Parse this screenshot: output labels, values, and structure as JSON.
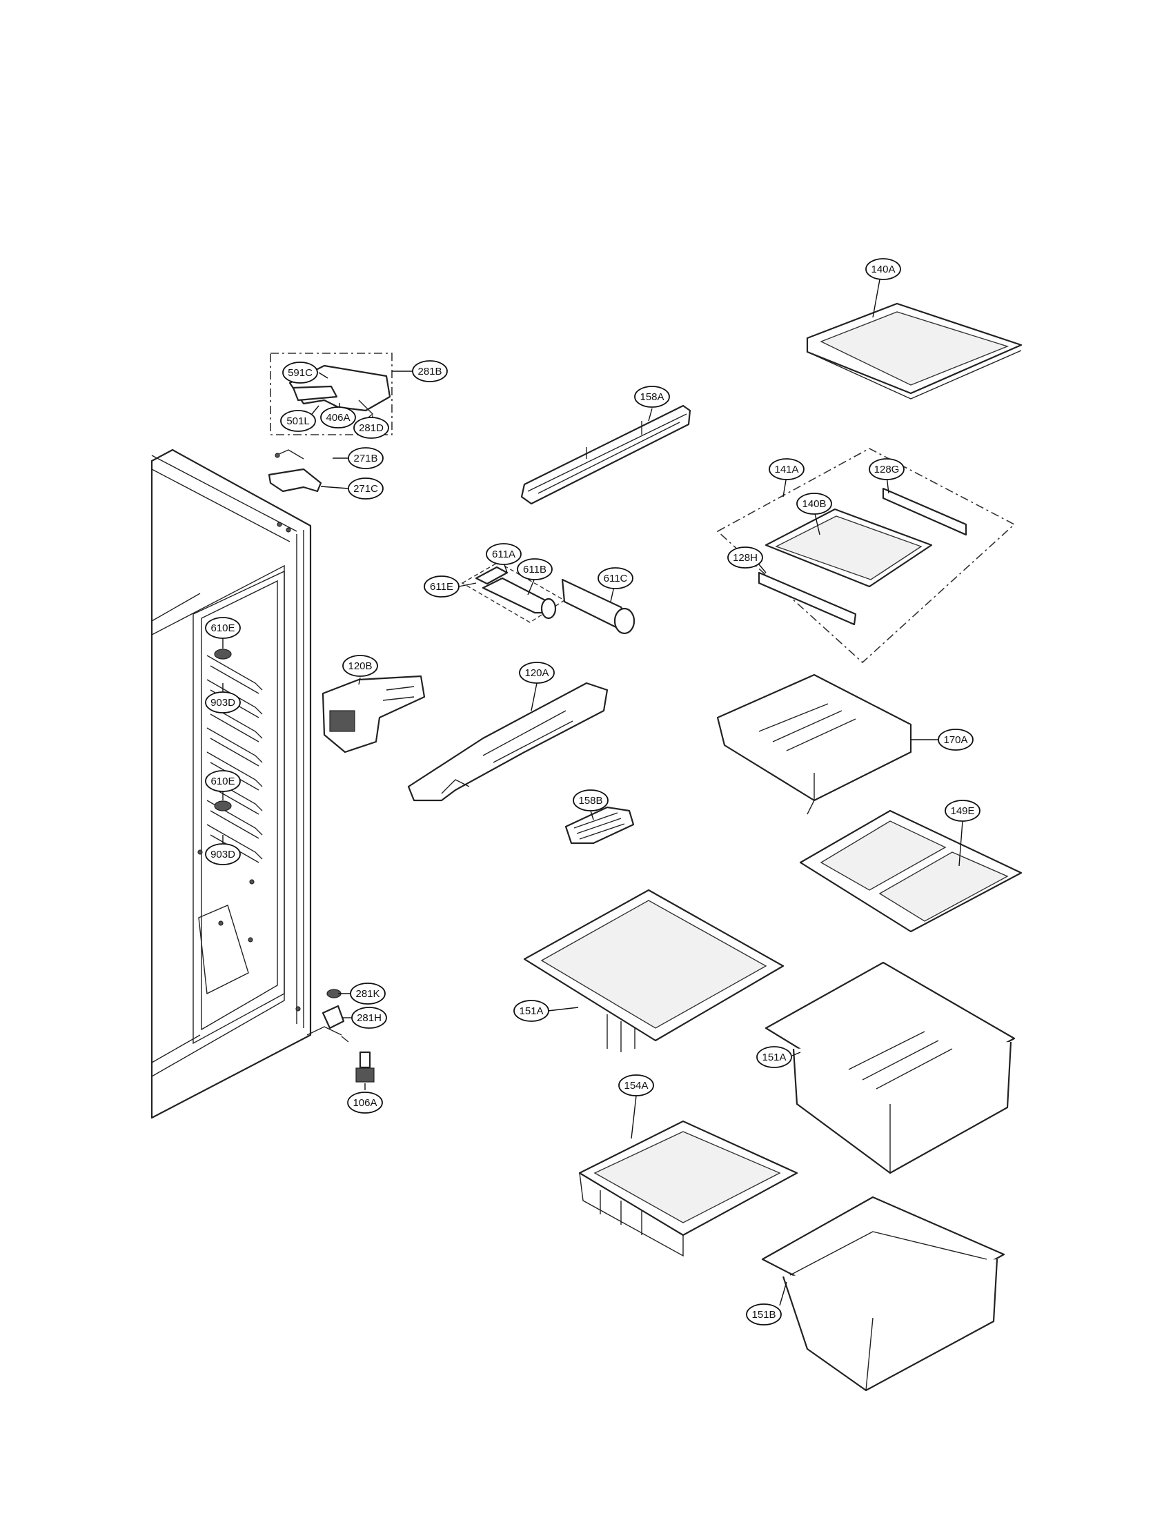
{
  "callouts": [
    {
      "id": "c-140A",
      "label": "140A"
    },
    {
      "id": "c-281B",
      "label": "281B"
    },
    {
      "id": "c-591C",
      "label": "591C"
    },
    {
      "id": "c-501L",
      "label": "501L"
    },
    {
      "id": "c-406A",
      "label": "406A"
    },
    {
      "id": "c-281D",
      "label": "281D"
    },
    {
      "id": "c-158A",
      "label": "158A"
    },
    {
      "id": "c-141A",
      "label": "141A"
    },
    {
      "id": "c-128G",
      "label": "128G"
    },
    {
      "id": "c-140B",
      "label": "140B"
    },
    {
      "id": "c-128H",
      "label": "128H"
    },
    {
      "id": "c-271B",
      "label": "271B"
    },
    {
      "id": "c-271C",
      "label": "271C"
    },
    {
      "id": "c-611A",
      "label": "611A"
    },
    {
      "id": "c-611B",
      "label": "611B"
    },
    {
      "id": "c-611C",
      "label": "611C"
    },
    {
      "id": "c-611E",
      "label": "611E"
    },
    {
      "id": "c-610E-1",
      "label": "610E"
    },
    {
      "id": "c-903D-1",
      "label": "903D"
    },
    {
      "id": "c-610E-2",
      "label": "610E"
    },
    {
      "id": "c-903D-2",
      "label": "903D"
    },
    {
      "id": "c-120B",
      "label": "120B"
    },
    {
      "id": "c-120A",
      "label": "120A"
    },
    {
      "id": "c-170A",
      "label": "170A"
    },
    {
      "id": "c-158B",
      "label": "158B"
    },
    {
      "id": "c-149E",
      "label": "149E"
    },
    {
      "id": "c-281K",
      "label": "281K"
    },
    {
      "id": "c-281H",
      "label": "281H"
    },
    {
      "id": "c-151A-1",
      "label": "151A"
    },
    {
      "id": "c-151A-2",
      "label": "151A"
    },
    {
      "id": "c-106A",
      "label": "106A"
    },
    {
      "id": "c-154A",
      "label": "154A"
    },
    {
      "id": "c-151B",
      "label": "151B"
    }
  ]
}
